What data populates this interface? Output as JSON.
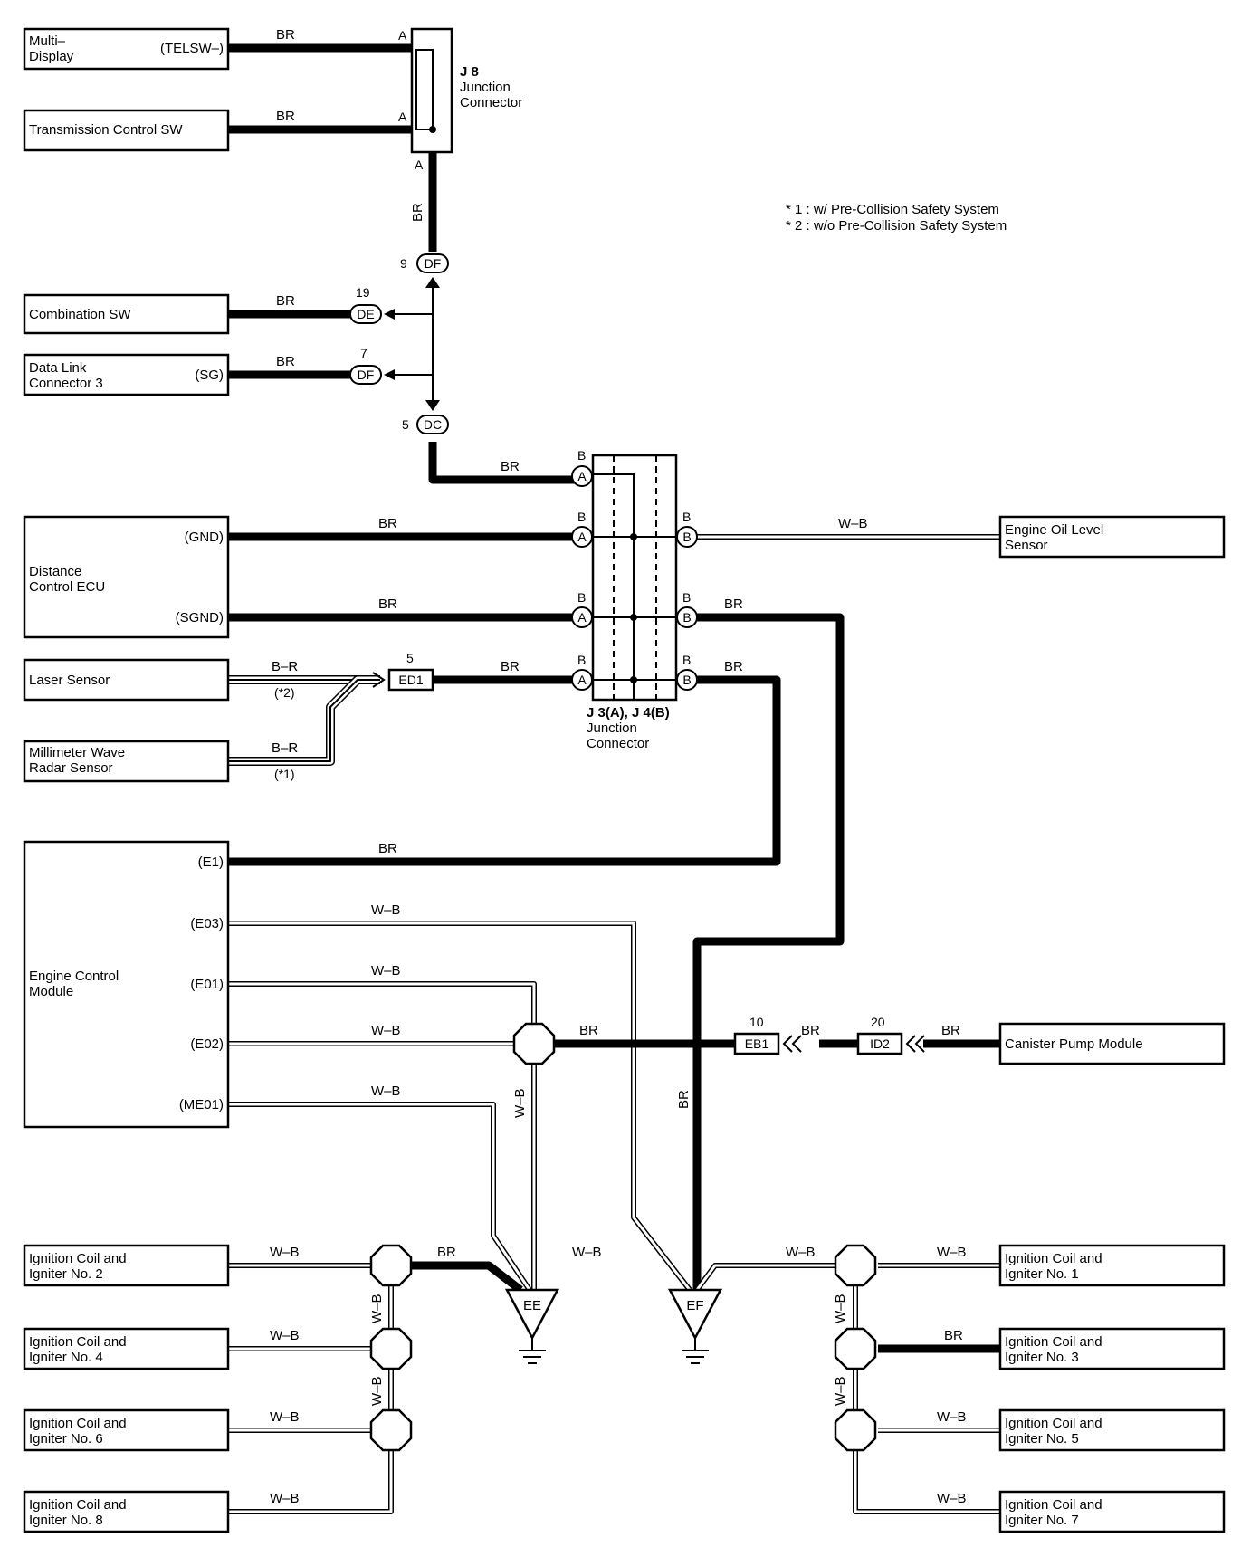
{
  "notes": [
    "* 1 : w/ Pre-Collision Safety System",
    "* 2 : w/o Pre-Collision Safety System"
  ],
  "components": {
    "multi_display": {
      "name_l1": "Multi–",
      "name_l2": "Display",
      "pin": "(TELSW–)"
    },
    "transmission_sw": {
      "name": "Transmission Control SW"
    },
    "combination_sw": {
      "name": "Combination SW"
    },
    "dlc3": {
      "name_l1": "Data Link",
      "name_l2": "Connector 3",
      "pin": "(SG)"
    },
    "distance_ecu": {
      "name_l1": "Distance",
      "name_l2": "Control ECU",
      "pin1": "(GND)",
      "pin2": "(SGND)"
    },
    "laser_sensor": {
      "name": "Laser Sensor"
    },
    "mmw_radar": {
      "name_l1": "Millimeter Wave",
      "name_l2": "Radar Sensor"
    },
    "ecm": {
      "name_l1": "Engine Control",
      "name_l2": "Module",
      "pins": [
        "(E1)",
        "(E03)",
        "(E01)",
        "(E02)",
        "(ME01)"
      ]
    },
    "oil_level": {
      "name_l1": "Engine Oil Level",
      "name_l2": "Sensor"
    },
    "canister": {
      "name": "Canister Pump Module"
    },
    "coils": [
      {
        "l1": "Ignition Coil and",
        "l2": "Igniter No. 1"
      },
      {
        "l1": "Ignition Coil and",
        "l2": "Igniter No. 2"
      },
      {
        "l1": "Ignition Coil and",
        "l2": "Igniter No. 3"
      },
      {
        "l1": "Ignition Coil and",
        "l2": "Igniter No. 4"
      },
      {
        "l1": "Ignition Coil and",
        "l2": "Igniter No. 5"
      },
      {
        "l1": "Ignition Coil and",
        "l2": "Igniter No. 6"
      },
      {
        "l1": "Ignition Coil and",
        "l2": "Igniter No. 7"
      },
      {
        "l1": "Ignition Coil and",
        "l2": "Igniter No. 8"
      }
    ]
  },
  "junctions": {
    "j8": {
      "id": "J 8",
      "name_l1": "Junction",
      "name_l2": "Connector",
      "pin": "A"
    },
    "j3j4": {
      "id": "J 3(A), J 4(B)",
      "name_l1": "Junction",
      "name_l2": "Connector",
      "pin_a": "A",
      "pin_b": "B"
    }
  },
  "connectors": {
    "df9": {
      "code": "DF",
      "num": "9"
    },
    "de19": {
      "code": "DE",
      "num": "19"
    },
    "df7": {
      "code": "DF",
      "num": "7"
    },
    "dc5": {
      "code": "DC",
      "num": "5"
    },
    "ed1": {
      "code": "ED1",
      "num": "5"
    },
    "eb1": {
      "code": "EB1",
      "num": "10"
    },
    "id2": {
      "code": "ID2",
      "num": "20"
    }
  },
  "grounds": {
    "ee": "EE",
    "ef": "EF"
  },
  "wires": {
    "br": "BR",
    "wb": "W–B",
    "br_r": "B–R",
    "note2": "(*2)",
    "note1": "(*1)"
  }
}
